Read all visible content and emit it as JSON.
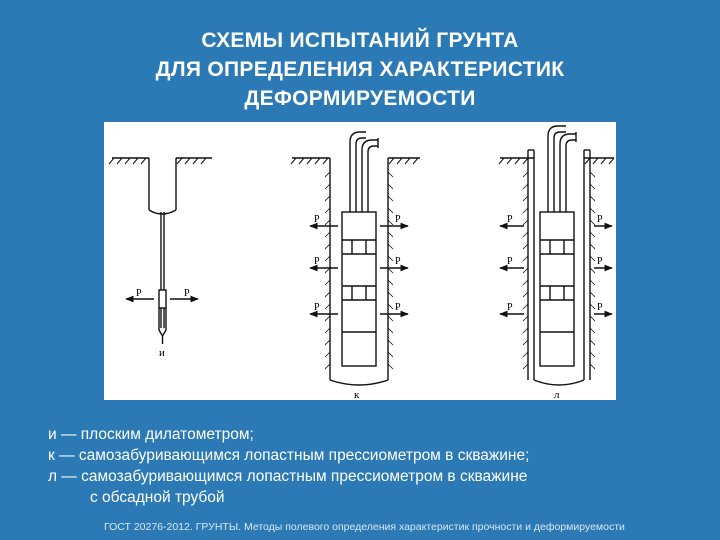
{
  "title": {
    "line1": "СХЕМЫ ИСПЫТАНИЙ ГРУНТА",
    "line2": "ДЛЯ ОПРЕДЕЛЕНИЯ ХАРАКТЕРИСТИК",
    "line3": "ДЕФОРМИРУЕМОСТИ"
  },
  "figure": {
    "force_label": "P",
    "scheme_i": {
      "label": "и"
    },
    "scheme_k": {
      "label": "к"
    },
    "scheme_l": {
      "label": "л"
    }
  },
  "caption": {
    "line1": "и — плоским дилатометром;",
    "line2": "к — самозабуривающимся лопастным прессиометром в скважине;",
    "line3": "л — самозабуривающимся лопастным прессиометром в скважине",
    "line4": "с обсадной трубой"
  },
  "source": "ГОСТ 20276-2012. ГРУНТЫ. Методы полевого определения характеристик прочности и деформируемости",
  "colors": {
    "background": "#2b7ab5",
    "text": "#ffffff"
  }
}
